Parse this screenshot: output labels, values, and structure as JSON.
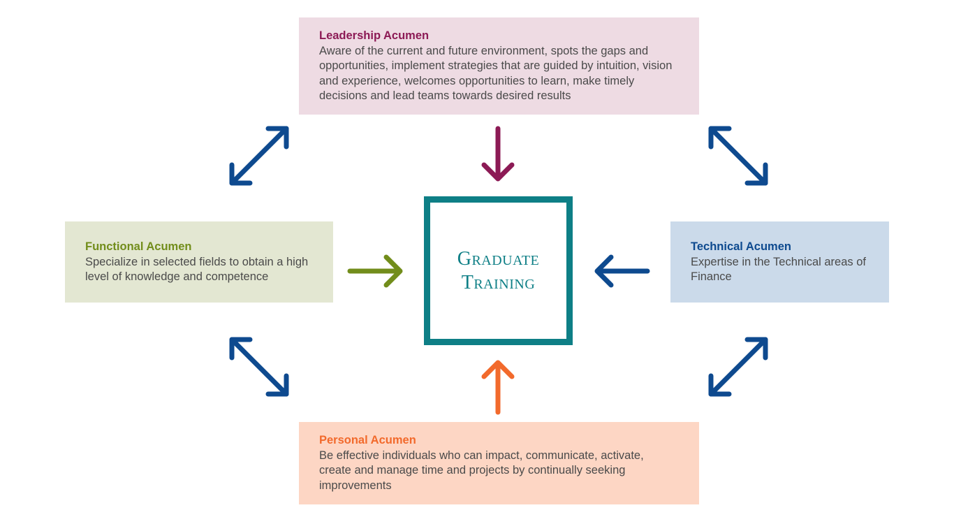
{
  "colors": {
    "leadership_bg": "#eedbe3",
    "leadership_accent": "#8c1a55",
    "functional_bg": "#e3e7d2",
    "functional_accent": "#728d1b",
    "technical_bg": "#cbdaea",
    "technical_accent": "#0e4a8f",
    "personal_bg": "#fdd6c4",
    "personal_accent": "#f26a2c",
    "center_border": "#0e7f86",
    "connector_arrow": "#0e4a8f"
  },
  "center": {
    "title": "Graduate Training"
  },
  "leadership": {
    "title": "Leadership Acumen",
    "description": "Aware of the current and future environment, spots the gaps and opportunities, implement strategies that are guided by intuition, vision and experience, welcomes opportunities to learn, make timely decisions and lead teams towards desired results"
  },
  "functional": {
    "title": "Functional Acumen",
    "description": "Specialize in selected fields to obtain a high level of knowledge and competence"
  },
  "technical": {
    "title": "Technical Acumen",
    "description": "Expertise in the Technical areas of Finance"
  },
  "personal": {
    "title": "Personal Acumen",
    "description": "Be effective individuals who can impact, communicate, activate, create and manage time and projects by continually seeking improvements"
  },
  "icons": {
    "down_arrow": "arrow-down-icon",
    "up_arrow": "arrow-up-icon",
    "left_arrow": "arrow-left-icon",
    "right_arrow": "arrow-right-icon",
    "diagonal_double_arrow": "double-arrow-diagonal-icon"
  }
}
